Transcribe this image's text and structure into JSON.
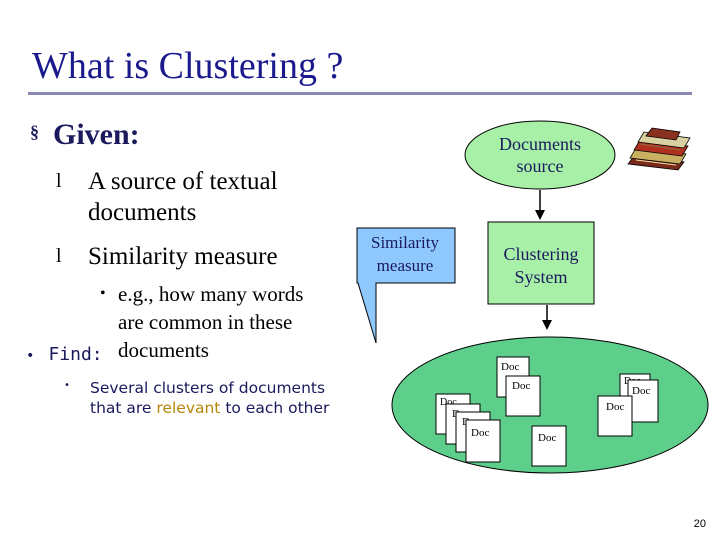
{
  "slide": {
    "title": "What is Clustering ?",
    "given_marker": "§",
    "given_label": "Given:",
    "bullet_dot": "l",
    "bullet_1_line1": "A source of textual",
    "bullet_1_line2": "documents",
    "bullet_2": "Similarity measure",
    "sub_marker": "•",
    "sub_line1": "e.g., how many words",
    "sub_line2": "are common in these",
    "sub_line3": "documents",
    "find_marker": "•",
    "find_label": "Find:",
    "find_marker_small": "•",
    "find_desc_line1": "Several clusters of documents",
    "find_desc_line2_a": "that are ",
    "find_desc_line2_hl": "relevant",
    "find_desc_line2_b": " to each other",
    "page_number": "20"
  },
  "diagram": {
    "documents_source_1": "Documents",
    "documents_source_2": "source",
    "clustering_1": "Clustering",
    "clustering_2": "System",
    "similarity_1": "Similarity",
    "similarity_2": "measure",
    "doc": "Doc",
    "doc_partial_1": "Doc",
    "doc_partial_2": "D",
    "doc_partial_3": "D",
    "colors": {
      "box_fill": "#a8f0a8",
      "ellipse_fill": "#5ecf8a",
      "callout_fill": "#8ec8ff",
      "title": "#1a1a8c"
    },
    "icon": "books-stack-icon"
  }
}
